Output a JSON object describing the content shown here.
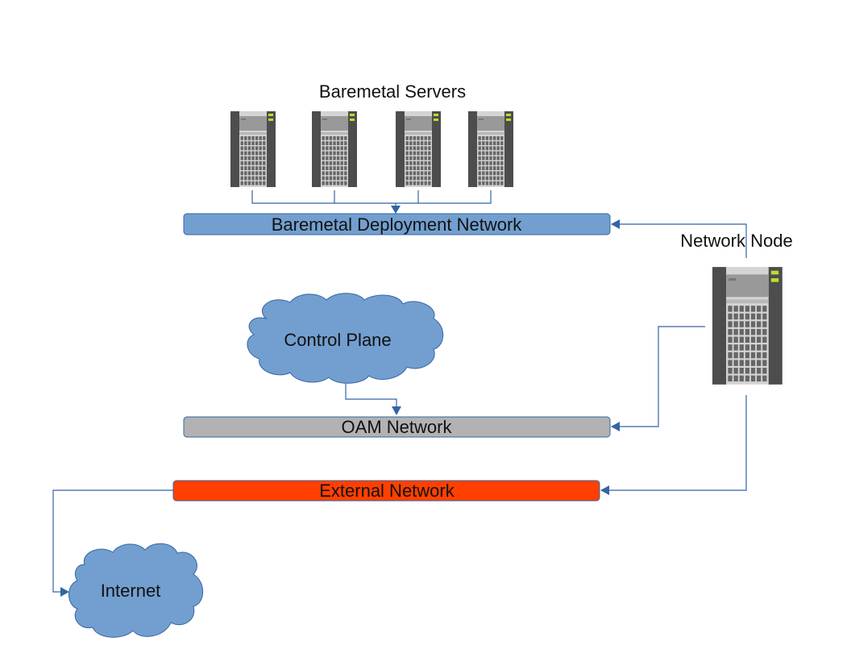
{
  "diagram": {
    "title": "Network topology diagram",
    "labels": {
      "baremetal_servers": "Baremetal Servers",
      "network_node": "Network Node"
    },
    "networks": {
      "deployment": {
        "label": "Baremetal Deployment Network",
        "color": "#729fcf"
      },
      "oam": {
        "label": "OAM Network",
        "color": "#b2b2b2"
      },
      "external": {
        "label": "External Network",
        "color": "#ff4000"
      }
    },
    "clouds": {
      "control_plane": {
        "label": "Control Plane",
        "color": "#729fcf"
      },
      "internet": {
        "label": "Internet",
        "color": "#729fcf"
      }
    },
    "servers": {
      "baremetal_count": 4,
      "icon": "server-tower-icon"
    },
    "connector_color": "#3465a4",
    "connections": [
      {
        "from": "Baremetal Servers",
        "to": "Baremetal Deployment Network"
      },
      {
        "from": "Network Node",
        "to": "Baremetal Deployment Network"
      },
      {
        "from": "Network Node",
        "to": "OAM Network"
      },
      {
        "from": "Network Node",
        "to": "External Network"
      },
      {
        "from": "Control Plane",
        "to": "OAM Network"
      },
      {
        "from": "External Network",
        "to": "Internet"
      }
    ]
  }
}
